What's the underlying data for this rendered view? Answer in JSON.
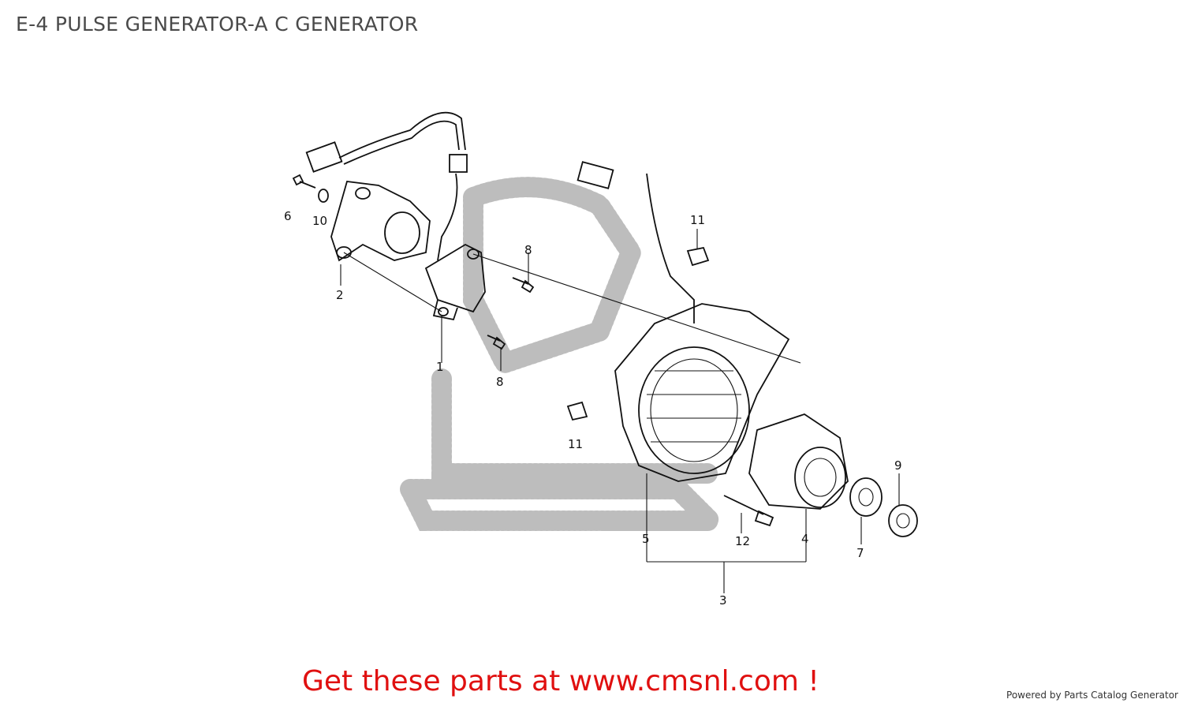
{
  "title": "E-4 PULSE GENERATOR-A C GENERATOR",
  "callouts": [
    {
      "id": "c6",
      "label": "6"
    },
    {
      "id": "c10",
      "label": "10"
    },
    {
      "id": "c2",
      "label": "2"
    },
    {
      "id": "c8a",
      "label": "8"
    },
    {
      "id": "c1",
      "label": "1"
    },
    {
      "id": "c8b",
      "label": "8"
    },
    {
      "id": "c11a",
      "label": "11"
    },
    {
      "id": "c11b",
      "label": "11"
    },
    {
      "id": "c9",
      "label": "9"
    },
    {
      "id": "c5",
      "label": "5"
    },
    {
      "id": "c12",
      "label": "12"
    },
    {
      "id": "c4",
      "label": "4"
    },
    {
      "id": "c7",
      "label": "7"
    },
    {
      "id": "c3",
      "label": "3"
    }
  ],
  "cta": "Get these parts at www.cmsnl.com !",
  "powered_by": "Powered by Parts Catalog Generator"
}
